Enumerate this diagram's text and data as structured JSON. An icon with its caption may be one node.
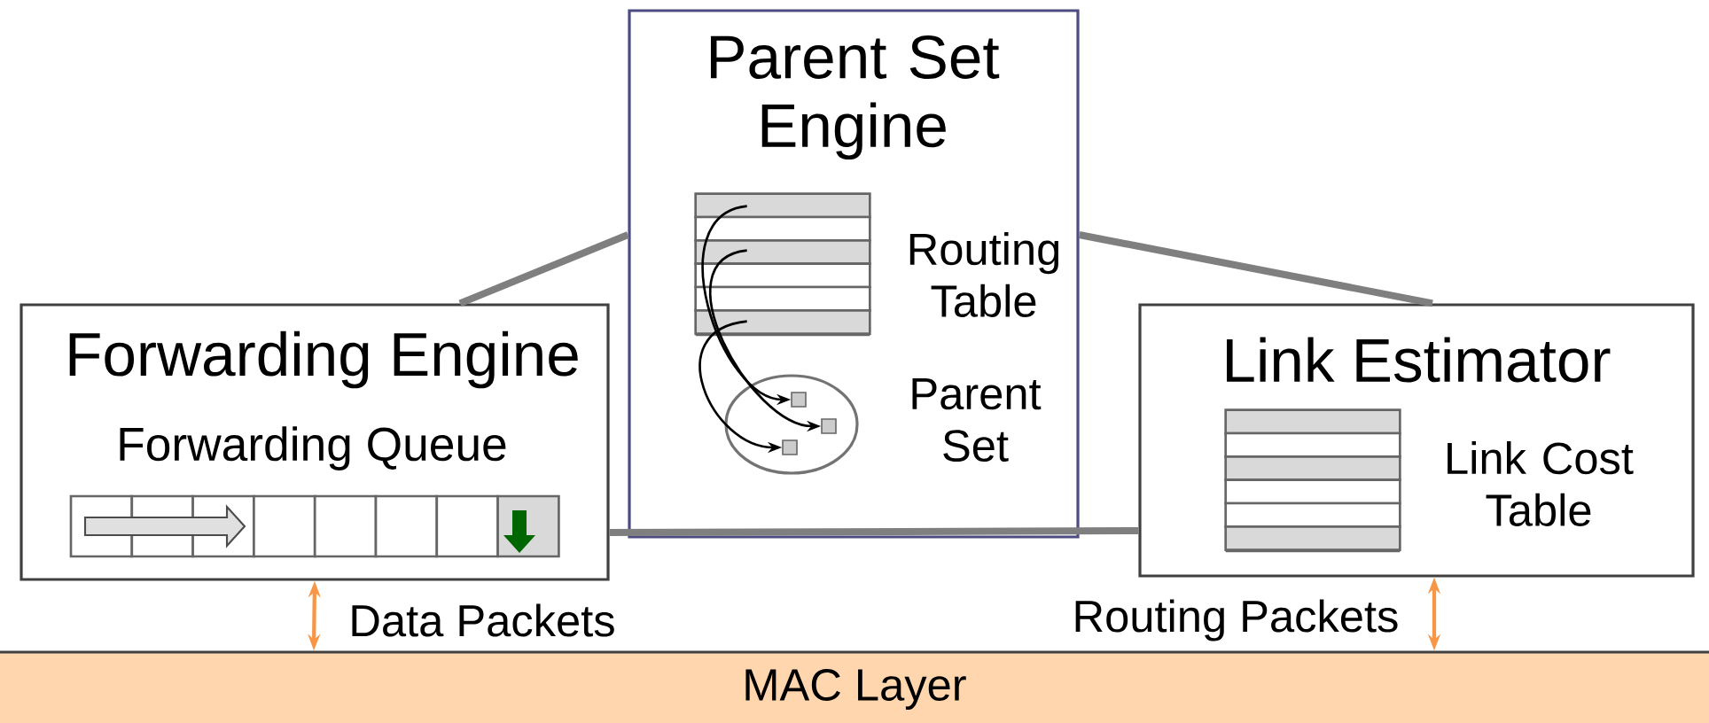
{
  "diagram": {
    "nodes": [
      {
        "text": [
          "Forwarding Engine",
          "Forwarding Queue"
        ]
      },
      {
        "text": [
          "Parent Set Engine"
        ]
      },
      {
        "text": [],
        "shape": "box",
        "beside": [
          "Routing Table"
        ],
        "in": 1
      },
      {
        "text": [],
        "shape": "circle",
        "beside": [
          "Parent Set"
        ],
        "in": 1
      },
      {
        "text": [],
        "shape": "box",
        "in": 3
      },
      {
        "text": [],
        "shape": "box",
        "in": 3
      },
      {
        "text": [],
        "shape": "box",
        "in": 3
      },
      {
        "text": [
          "Link Estimator"
        ]
      },
      {
        "text": [],
        "shape": "box",
        "beside": [
          "Link Cost Table"
        ],
        "in": 7
      },
      {
        "text": [
          "MAC Layer"
        ]
      }
    ],
    "edges": [
      {
        "from": 0,
        "to": 1,
        "arrow": "none",
        "style": "thick",
        "color": "#7f7f7f"
      },
      {
        "from": 1,
        "to": 7,
        "arrow": "none",
        "style": "thick",
        "color": "#7f7f7f"
      },
      {
        "from": 0,
        "to": 7,
        "arrow": "none",
        "style": "thick",
        "color": "#7f7f7f"
      },
      {
        "from": 2,
        "to": 4,
        "arrow": "to",
        "color": "#000000"
      },
      {
        "from": 2,
        "to": 5,
        "arrow": "to",
        "color": "#000000"
      },
      {
        "from": 2,
        "to": 6,
        "arrow": "to",
        "color": "#000000"
      },
      {
        "from": 0,
        "to": 9,
        "arrow": "both",
        "label": "Data Packets",
        "color": "#f79646"
      },
      {
        "from": 7,
        "to": 9,
        "arrow": "both",
        "label": "Routing Packets",
        "color": "#f79646"
      }
    ]
  }
}
